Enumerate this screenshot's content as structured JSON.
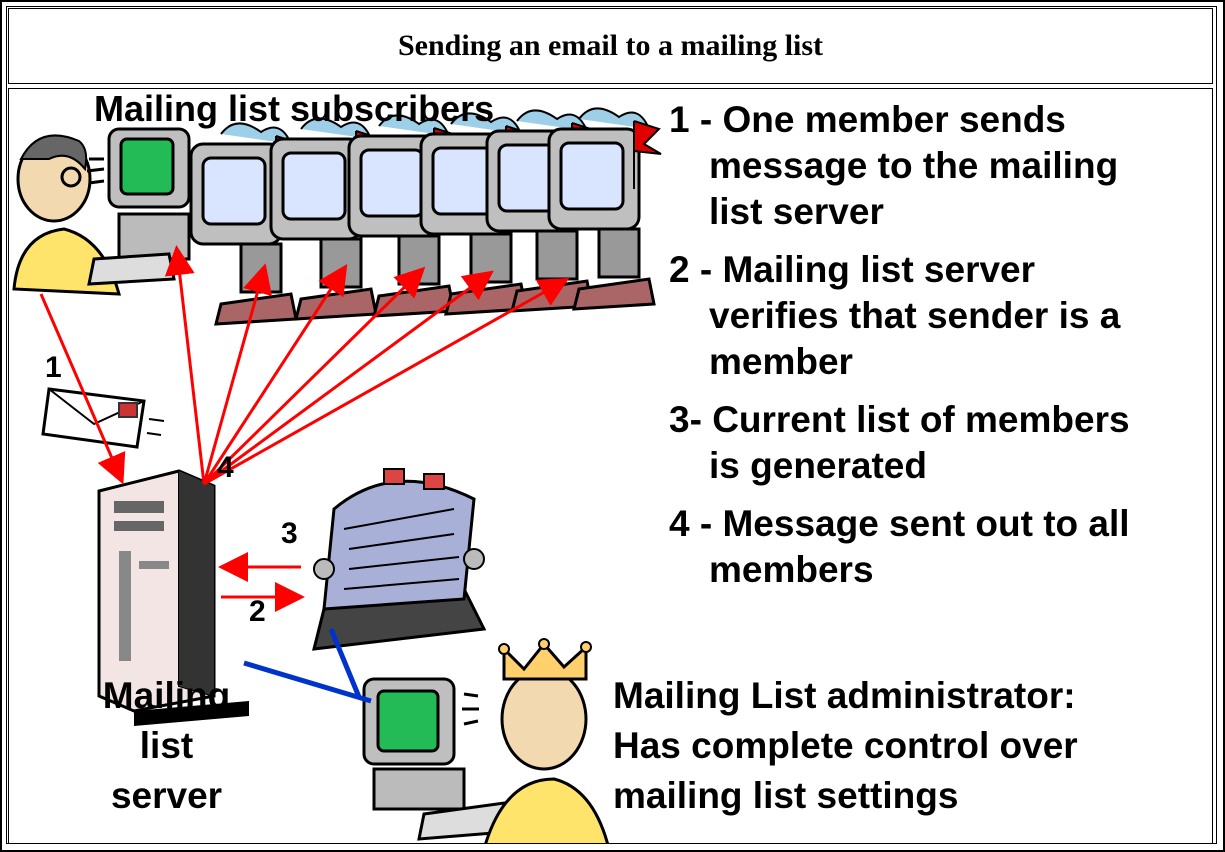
{
  "title": "Sending an email to a mailing list",
  "labels": {
    "subscribers": "Mailing list subscribers",
    "server_line1": "Mailing",
    "server_line2": "list",
    "server_line3": "server",
    "admin_line1": "Mailing List administrator:",
    "admin_line2": "Has complete control over",
    "admin_line3": "mailing list settings"
  },
  "steps": [
    {
      "num": "1 -",
      "line1": "One member sends",
      "line2": "message to the mailing",
      "line3": "list server"
    },
    {
      "num": "2 -",
      "line1": "Mailing list server",
      "line2": "verifies that sender is a",
      "line3": "member"
    },
    {
      "num": "3-",
      "line1": "Current list of members",
      "line2": "is generated"
    },
    {
      "num": "4 -",
      "line1": "Message sent out to all",
      "line2": "members"
    }
  ],
  "arrow_numbers": {
    "one": "1",
    "two": "2",
    "three": "3",
    "four": "4"
  },
  "colors": {
    "arrow_red": "#ff0000",
    "link_blue": "#0033cc",
    "screen_green": "#22bb55",
    "flag_red": "#dd0000",
    "monitor_gray": "#bfbfbf"
  },
  "icons": [
    "sender-person-icon",
    "subscriber-computer-icon",
    "envelope-icon",
    "server-tower-icon",
    "rolodex-icon",
    "administrator-person-icon",
    "crown-icon"
  ]
}
